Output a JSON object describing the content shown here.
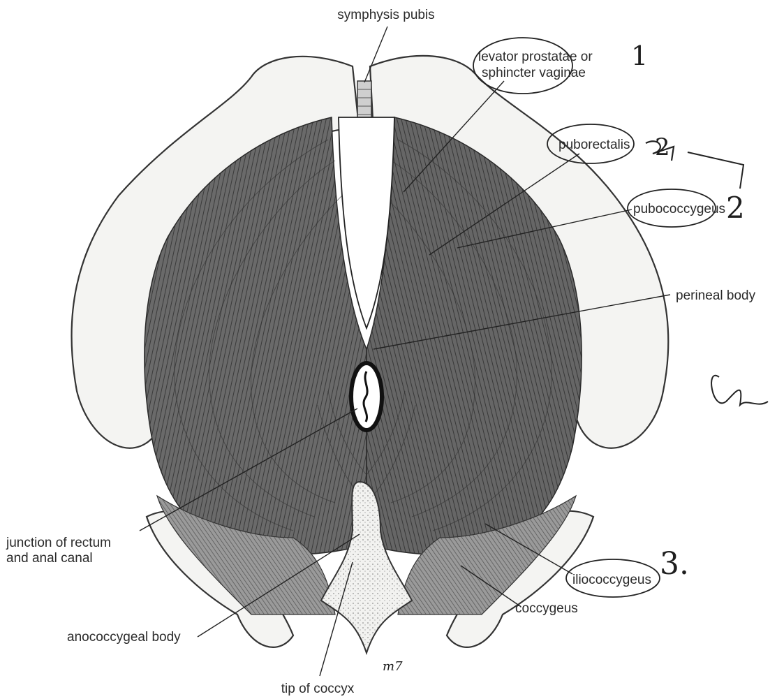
{
  "labels": {
    "symphysis_pubis": "symphysis pubis",
    "levator_line1": "levator prostatae or",
    "levator_line2": "sphincter vaginae",
    "puborectalis": "puborectalis",
    "pubococcygeus": "pubococcygeus",
    "perineal_body": "perineal body",
    "junction_line1": "junction of rectum",
    "junction_line2": "and anal canal",
    "iliococcygeus": "iliococcygeus",
    "anococcygeal_body": "anococcygeal body",
    "coccygeus": "coccygeus",
    "tip_of_coccyx": "tip of coccyx"
  },
  "annotations": {
    "number_1": "1",
    "number_2_top": "2",
    "number_2": "2",
    "number_3": "3.",
    "artist_mark": "m7"
  }
}
